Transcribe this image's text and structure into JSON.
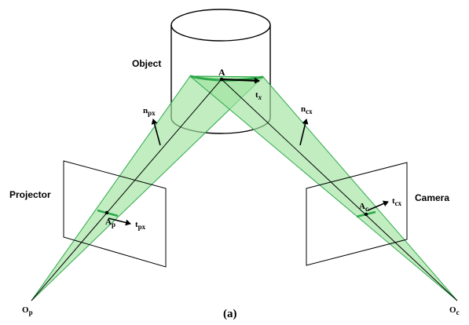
{
  "labels": {
    "object": "Object",
    "projector": "Projector",
    "camera": "Camera",
    "point_a": "A",
    "tangent_x": "t",
    "tangent_x_sub": "x",
    "normal_px": "n",
    "normal_px_sub": "px",
    "normal_cx": "n",
    "normal_cx_sub": "cx",
    "projector_point": "A",
    "projector_point_sub": "p",
    "projector_tangent": "t",
    "projector_tangent_sub": "px",
    "camera_point": "A",
    "camera_point_sub": "c",
    "camera_tangent": "t",
    "camera_tangent_sub": "cx",
    "projector_origin": "O",
    "projector_origin_sub": "p",
    "camera_origin": "O",
    "camera_origin_sub": "c",
    "caption": "(a)"
  },
  "colors": {
    "beam_fill": "#9fe39f",
    "beam_edge": "#2ea84a",
    "line": "#000000"
  }
}
